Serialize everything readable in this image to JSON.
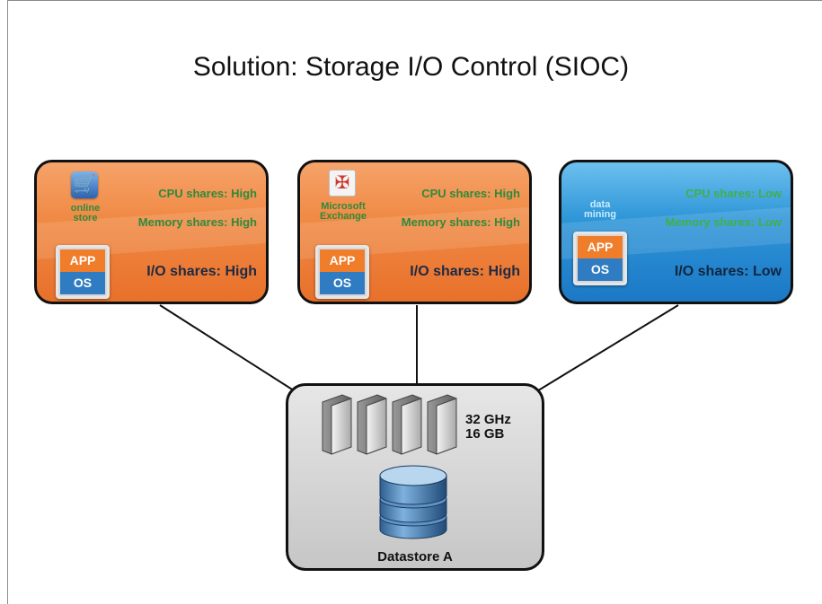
{
  "title": "Solution: Storage I/O Control (SIOC)",
  "vms": [
    {
      "app_name_lines": [
        "online",
        "store"
      ],
      "icon": "shopping-cart-icon",
      "cpu": "CPU shares: High",
      "memory": "Memory shares: High",
      "io": "I/O shares: High",
      "app_label": "APP",
      "os_label": "OS",
      "color": "#ee7a35"
    },
    {
      "app_name_lines": [
        "Microsoft",
        "Exchange"
      ],
      "icon": "exchange-icon",
      "cpu": "CPU shares: High",
      "memory": "Memory shares: High",
      "io": "I/O shares: High",
      "app_label": "APP",
      "os_label": "OS",
      "color": "#ee7a35"
    },
    {
      "app_name_lines": [
        "data",
        "mining"
      ],
      "icon": null,
      "cpu": "CPU shares:  Low",
      "memory": "Memory shares: Low",
      "io": "I/O shares: Low",
      "app_label": "APP",
      "os_label": "OS",
      "color": "#2a8fd6"
    }
  ],
  "host": {
    "cpu_capacity": "32 GHz",
    "memory_capacity": "16 GB",
    "datastore_label": "Datastore A",
    "server_icon": "server-rack-icon",
    "datastore_icon": "database-cylinder-icon"
  },
  "colors": {
    "share_label_green": "#2f8a3a",
    "io_label": "#1e2a44",
    "box_border": "#111111"
  }
}
